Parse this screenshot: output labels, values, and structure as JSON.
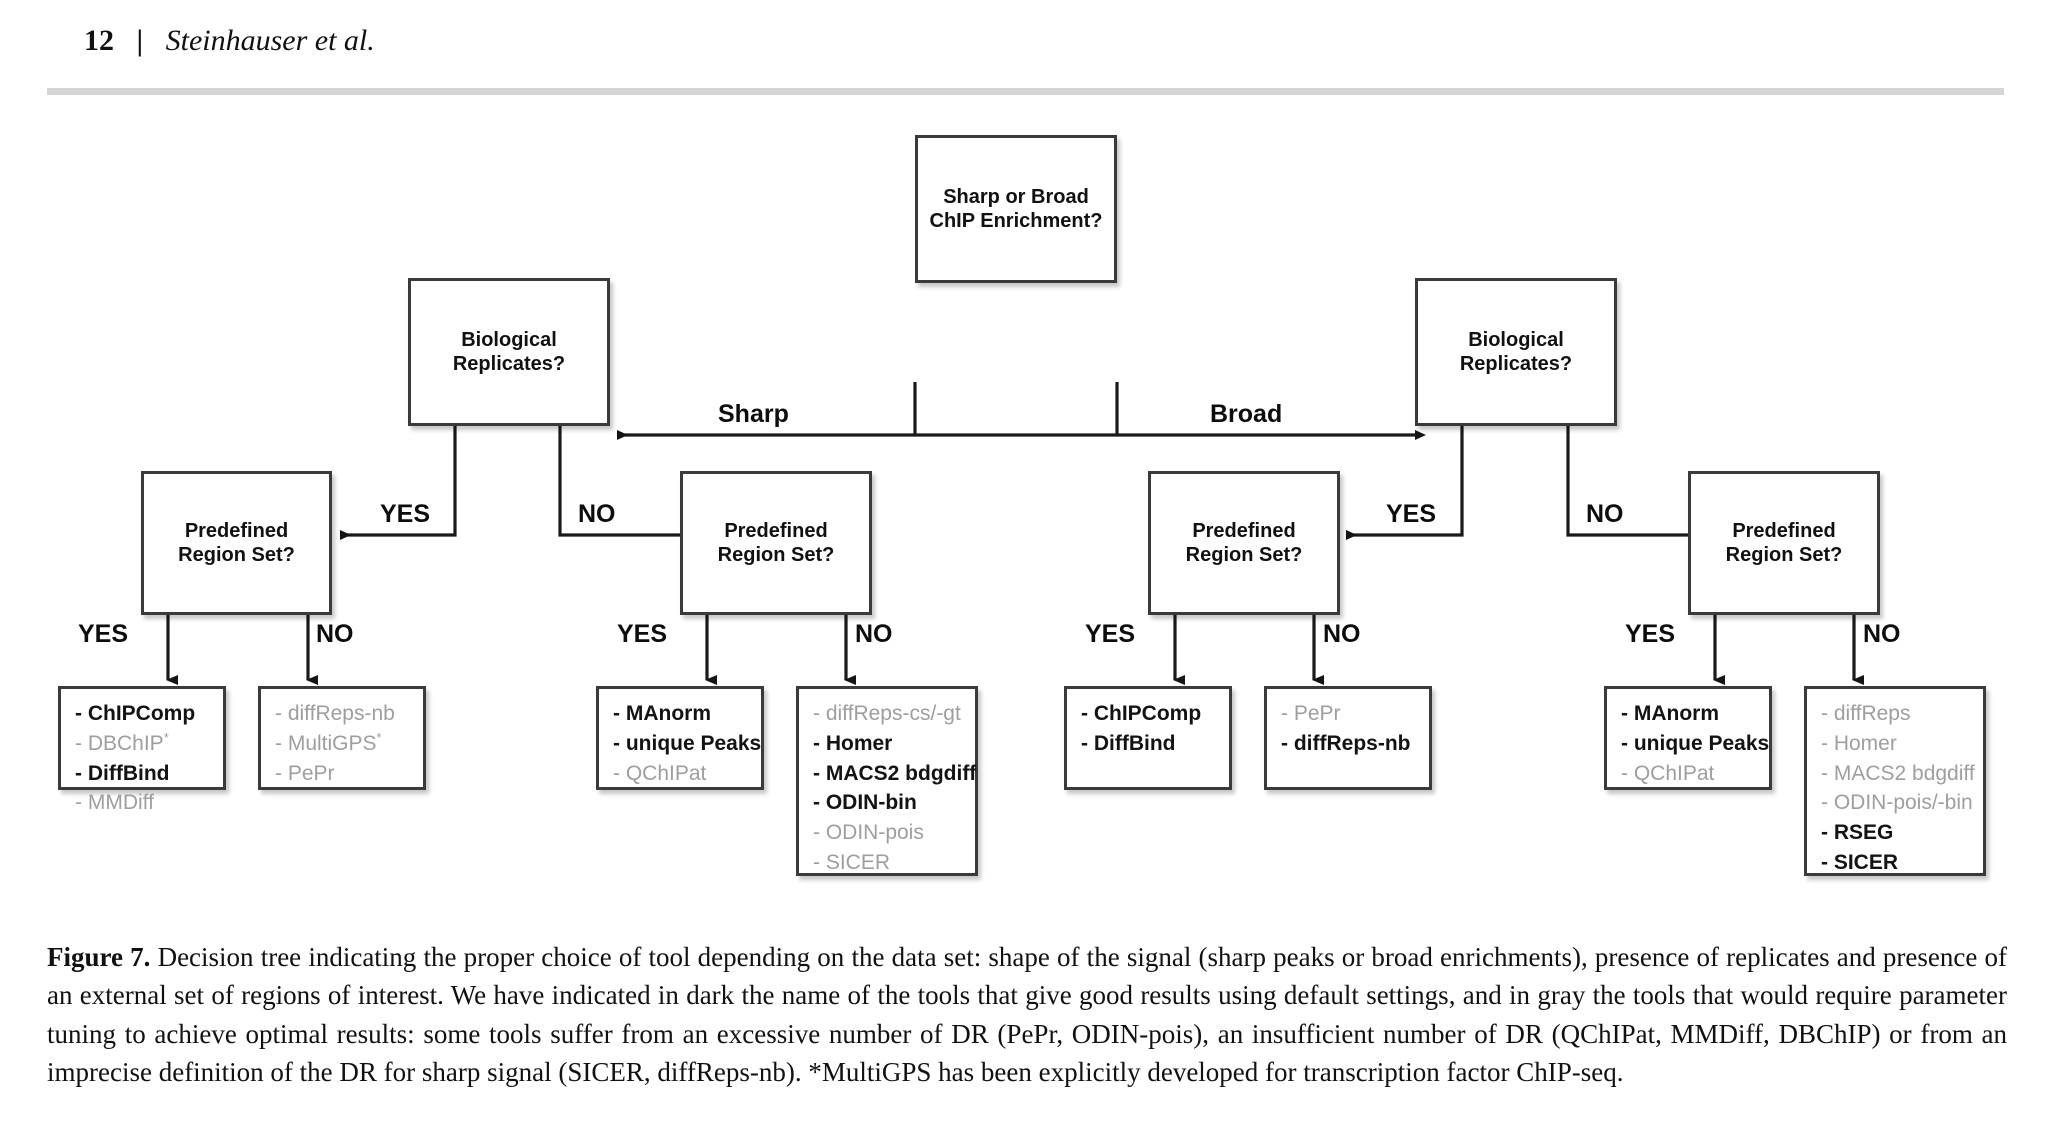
{
  "header": {
    "page_number": "12",
    "separator": "|",
    "authors": "Steinhauser et al."
  },
  "figure": {
    "root": {
      "label": "Sharp or Broad\nChIP Enrichment?",
      "line1": "Sharp or Broad",
      "line2": "ChIP Enrichment?"
    },
    "branch_labels": {
      "sharp": "Sharp",
      "broad": "Broad"
    },
    "decision_boxes": [
      {
        "id": "bio-rep-left",
        "line1": "Biological",
        "line2": "Replicates?"
      },
      {
        "id": "bio-rep-right",
        "line1": "Biological",
        "line2": "Replicates?"
      },
      {
        "id": "region-set-1",
        "line1": "Predefined",
        "line2": "Region Set?"
      },
      {
        "id": "region-set-2",
        "line1": "Predefined",
        "line2": "Region Set?"
      },
      {
        "id": "region-set-3",
        "line1": "Predefined",
        "line2": "Region Set?"
      },
      {
        "id": "region-set-4",
        "line1": "Predefined",
        "line2": "Region Set?"
      }
    ],
    "yes_label": "YES",
    "no_label": "NO",
    "leaf_boxes": [
      {
        "id": "leaf-1",
        "items": [
          {
            "text": "- ChIPComp",
            "style": "dark",
            "star": false
          },
          {
            "text": "- DBChIP",
            "style": "gray",
            "star": true
          },
          {
            "text": "- DiffBind",
            "style": "dark",
            "star": false
          },
          {
            "text": "- MMDiff",
            "style": "gray",
            "star": false
          }
        ]
      },
      {
        "id": "leaf-2",
        "items": [
          {
            "text": "- diffReps-nb",
            "style": "gray",
            "star": false
          },
          {
            "text": "- MultiGPS",
            "style": "gray",
            "star": true
          },
          {
            "text": "- PePr",
            "style": "gray",
            "star": false
          }
        ]
      },
      {
        "id": "leaf-3",
        "items": [
          {
            "text": "- MAnorm",
            "style": "dark",
            "star": false
          },
          {
            "text": "- unique Peaks",
            "style": "dark",
            "star": false
          },
          {
            "text": "- QChIPat",
            "style": "gray",
            "star": false
          }
        ]
      },
      {
        "id": "leaf-4",
        "items": [
          {
            "text": "- diffReps-cs/-gt",
            "style": "gray",
            "star": false
          },
          {
            "text": "- Homer",
            "style": "dark",
            "star": false
          },
          {
            "text": "- MACS2 bdgdiff",
            "style": "dark",
            "star": false
          },
          {
            "text": "- ODIN-bin",
            "style": "dark",
            "star": false
          },
          {
            "text": "- ODIN-pois",
            "style": "gray",
            "star": false
          },
          {
            "text": "- SICER",
            "style": "gray",
            "star": false
          }
        ]
      },
      {
        "id": "leaf-5",
        "items": [
          {
            "text": "- ChIPComp",
            "style": "dark",
            "star": false
          },
          {
            "text": "- DiffBind",
            "style": "dark",
            "star": false
          }
        ]
      },
      {
        "id": "leaf-6",
        "items": [
          {
            "text": "- PePr",
            "style": "gray",
            "star": false
          },
          {
            "text": "- diffReps-nb",
            "style": "dark",
            "star": false
          }
        ]
      },
      {
        "id": "leaf-7",
        "items": [
          {
            "text": "- MAnorm",
            "style": "dark",
            "star": false
          },
          {
            "text": "- unique Peaks",
            "style": "dark",
            "star": false
          },
          {
            "text": "- QChIPat",
            "style": "gray",
            "star": false
          }
        ]
      },
      {
        "id": "leaf-8",
        "items": [
          {
            "text": "- diffReps",
            "style": "gray",
            "star": false
          },
          {
            "text": "- Homer",
            "style": "gray",
            "star": false
          },
          {
            "text": "- MACS2 bdgdiff",
            "style": "gray",
            "star": false
          },
          {
            "text": "- ODIN-pois/-bin",
            "style": "gray",
            "star": false
          },
          {
            "text": "- RSEG",
            "style": "dark",
            "star": false
          },
          {
            "text": "- SICER",
            "style": "dark",
            "star": false
          }
        ]
      }
    ],
    "colors": {
      "box_border": "#3a3a3a",
      "connector": "#1a1a1a",
      "dark_text": "#131313",
      "gray_text": "#9e9e9e"
    }
  },
  "caption": {
    "label": "Figure 7.",
    "text": " Decision tree indicating the proper choice of tool depending on the data set: shape of the signal (sharp peaks or broad enrichments), presence of replicates and presence of an external set of regions of interest. We have indicated in dark the name of the tools that give good results using default settings, and in gray the tools that would require parameter tuning to achieve optimal results: some tools suffer from an excessive number of DR (PePr, ODIN-pois), an insufficient number of DR (QChIPat, MMDiff, DBChIP) or from an imprecise definition of the DR for sharp signal (SICER, diffReps-nb). *MultiGPS has been explicitly developed for transcription factor ChIP-seq."
  }
}
